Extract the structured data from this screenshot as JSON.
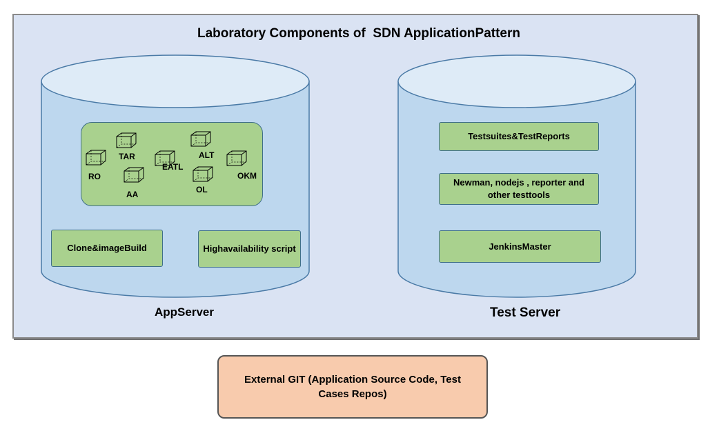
{
  "title": "Laboratory Components of  SDN ApplicationPattern",
  "app_server": {
    "label": "AppServer",
    "components": [
      "TAR",
      "ALT",
      "EATL",
      "RO",
      "AA",
      "OL",
      "OKM"
    ],
    "boxes": [
      "Clone&imageBuild",
      "Highavailability script"
    ]
  },
  "test_server": {
    "label": "Test Server",
    "boxes": [
      "Testsuites&TestReports",
      "Newman, nodejs , reporter and other testtools",
      "JenkinsMaster"
    ]
  },
  "external": {
    "label": "External GIT (Application Source Code, Test Cases Repos)"
  },
  "colors": {
    "frame": "#dae3f3",
    "cylinder": "#bdd7ee",
    "component": "#a9d18e",
    "external": "#f8cbad"
  }
}
